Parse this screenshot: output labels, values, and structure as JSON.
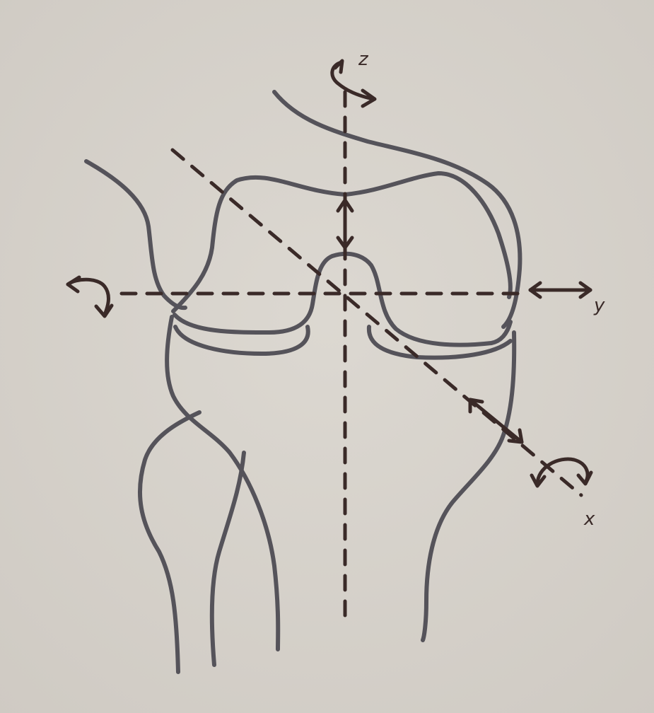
{
  "axes": {
    "z": {
      "label": "z"
    },
    "y": {
      "label": "y"
    },
    "x": {
      "label": "x"
    }
  },
  "colors": {
    "paper": "#d8d4cd",
    "bone_outline": "#55535a",
    "axis_ink": "#3a2a28"
  }
}
